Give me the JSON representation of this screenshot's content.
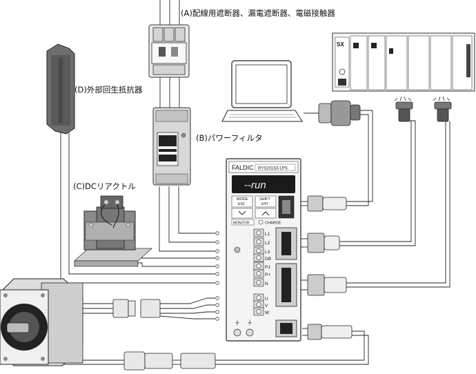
{
  "labels": {
    "breaker": "(A)配線用遮断器、漏電遮断器、電磁接触器",
    "filter": "(B)パワーフィルタ",
    "dc_reactor": "(C)DCリアクトル",
    "regen_resistor": "(D)外部回生抵抗器"
  },
  "amplifier": {
    "brand": "FALDIC",
    "model": "RYS201S3-LPS",
    "display": "--run",
    "mode_key": "MODE",
    "mode_sub": "ESC",
    "shift_key": "SHIFT",
    "shift_sub": "ENT",
    "lower_label": "MONITOR",
    "charge": "CHARGE",
    "terminals": [
      "L1",
      "L2",
      "L3",
      "DB",
      "P1",
      "P+",
      "N",
      "U",
      "V",
      "W"
    ]
  },
  "plc": {
    "logo": "SX"
  }
}
